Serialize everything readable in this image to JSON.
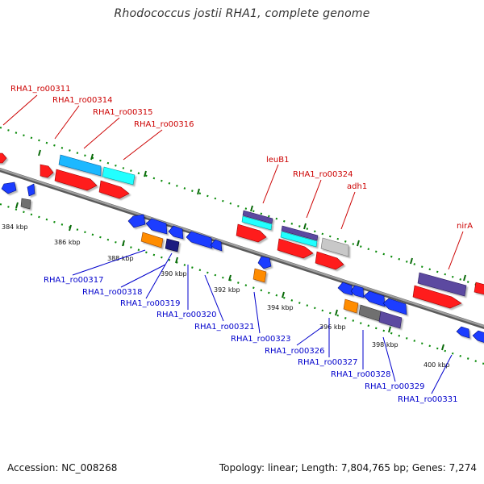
{
  "title": "Rhodococcus jostii RHA1, complete genome",
  "footer": {
    "accession": "Accession: NC_008268",
    "topology": "Topology: linear; Length: 7,804,765 bp; Genes: 7,274"
  },
  "ruler_labels": [
    "384 kbp",
    "386 kbp",
    "388 kbp",
    "390 kbp",
    "392 kbp",
    "394 kbp",
    "396 kbp",
    "398 kbp",
    "400 kbp"
  ],
  "colors": {
    "red_label": "#cc0000",
    "blue_label": "#0000cc",
    "backbone": "#8c8c8c",
    "tick_green": "#0a8a0a",
    "red_gene": "#ff1a1a",
    "blue_gene": "#1a3cff",
    "cyan_gene": "#1ab8ff",
    "light_cyan_gene": "#22ffff",
    "orange_gene": "#ff8c00",
    "navy_gene": "#1a1a80",
    "purple_gene": "#5b4aa0",
    "grey_gene": "#707070",
    "light_grey_gene": "#c8c8c8"
  },
  "upper_labels": [
    "RHA1_ro00311",
    "RHA1_ro00314",
    "RHA1_ro00315",
    "RHA1_ro00316",
    "leuB1",
    "RHA1_ro00324",
    "adh1",
    "nirA"
  ],
  "lower_labels": [
    "RHA1_ro00317",
    "RHA1_ro00318",
    "RHA1_ro00319",
    "RHA1_ro00320",
    "RHA1_ro00321",
    "RHA1_ro00323",
    "RHA1_ro00326",
    "RHA1_ro00327",
    "RHA1_ro00328",
    "RHA1_ro00329",
    "RHA1_ro00331"
  ]
}
